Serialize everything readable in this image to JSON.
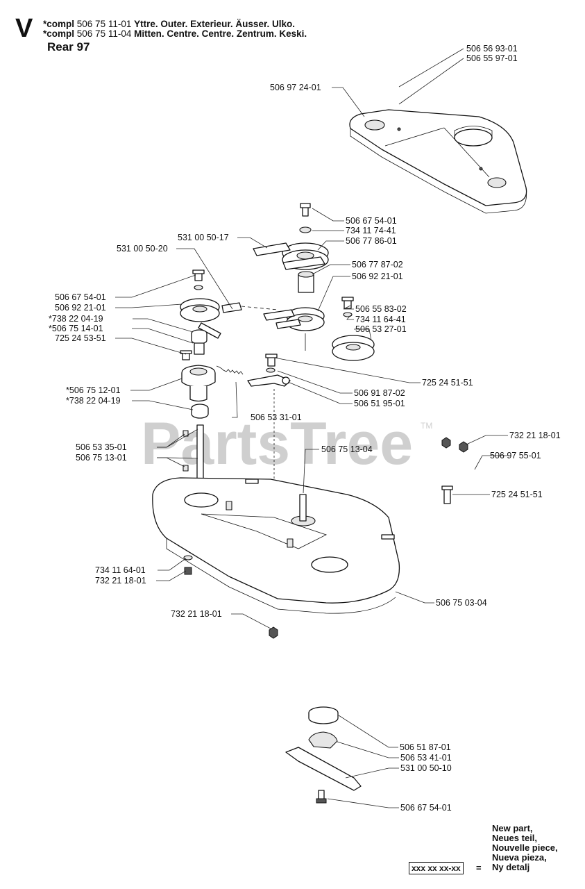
{
  "header": {
    "section_letter": "V",
    "lines": [
      {
        "prefix": "*compl",
        "number": "506 75 11-01",
        "desc": "Yttre. Outer. Exterieur. Äusser. Ulko."
      },
      {
        "prefix": "*compl",
        "number": "506 75 11-04",
        "desc": "Mitten. Centre. Centre. Zentrum. Keski."
      }
    ],
    "model": "Rear 97"
  },
  "watermark": {
    "text": "PartsTree",
    "tm": "TM"
  },
  "callouts": [
    "506 56 93-01",
    "506 55 97-01",
    "506 97 24-01",
    "506 67 54-01",
    "734 11 74-41",
    "531 00 50-17",
    "506 77 86-01",
    "531 00 50-20",
    "506 77 87-02",
    "506 92 21-01",
    "506 67 54-01",
    "506 92 21-01",
    "506 55 83-02",
    "*738 22 04-19",
    "734 11 64-41",
    "*506 75 14-01",
    "506 53 27-01",
    "725 24 53-51",
    "725 24 51-51",
    "*506 75 12-01",
    "506 91 87-02",
    "*738 22 04-19",
    "506 51 95-01",
    "506 53 31-01",
    "506 53 35-01",
    "732 21 18-01",
    "506 75 13-01",
    "506 75 13-04",
    "506 97 55-01",
    "725 24 51-51",
    "734 11 64-01",
    "732 21 18-01",
    "506 75 03-04",
    "732 21 18-01",
    "506 51 87-01",
    "506 53 41-01",
    "531 00 50-10",
    "506 67 54-01"
  ],
  "legend": {
    "lines": [
      "New part,",
      "Neues teil,",
      "Nouvelle piece,",
      "Nueva pieza,",
      "Ny detalj"
    ],
    "box": "xxx xx xx-xx",
    "equals": "="
  }
}
